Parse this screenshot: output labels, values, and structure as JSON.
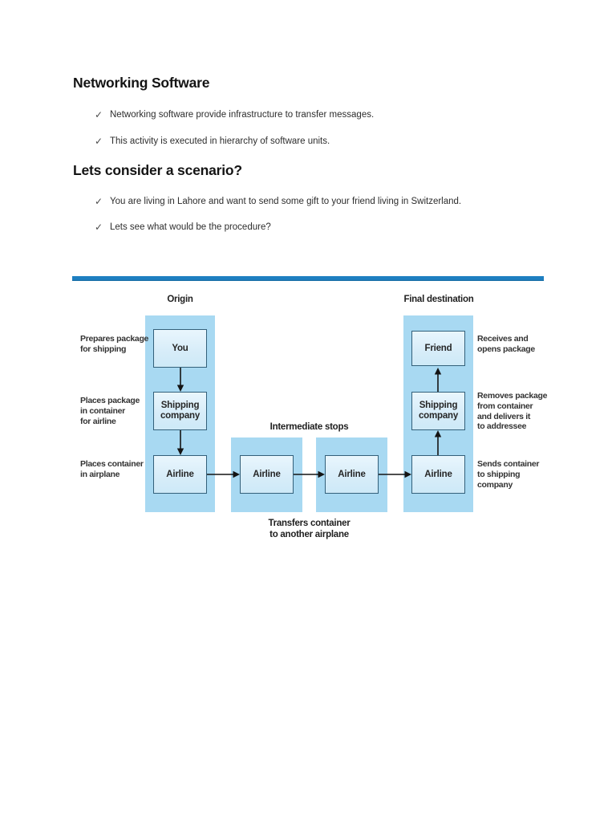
{
  "content": {
    "check_glyph": "✓",
    "sections": [
      {
        "title": "Networking Software",
        "bullets": [
          "Networking software provide infrastructure to transfer messages.",
          "This activity is executed in hierarchy of software units."
        ]
      },
      {
        "title": "Lets consider a scenario?",
        "bullets": [
          "You are living in Lahore and want to send some gift to your friend living in Switzerland.",
          "Lets see what would be the procedure?"
        ]
      }
    ]
  },
  "diagram": {
    "captions": {
      "origin": "Origin",
      "final_destination": "Final destination",
      "intermediate_stops": "Intermediate stops",
      "transfer": "Transfers container\nto another airplane"
    },
    "nodes": {
      "you": "You",
      "shipping_left": "Shipping\ncompany",
      "airline_left": "Airline",
      "airline_mid1": "Airline",
      "airline_mid2": "Airline",
      "friend": "Friend",
      "shipping_right": "Shipping\ncompany",
      "airline_right": "Airline"
    },
    "side_labels": {
      "left": [
        "Prepares package\nfor shipping",
        "Places package\nin container\nfor airline",
        "Places container\nin airplane"
      ],
      "right": [
        "Receives and\nopens package",
        "Removes package\nfrom container\nand delivers it\nto addressee",
        "Sends container\nto shipping\ncompany"
      ]
    },
    "colors": {
      "divider": "#1e7fc1",
      "column_fill": "#a8d9f2",
      "box_border": "#33607a",
      "arrow": "#141414"
    }
  }
}
